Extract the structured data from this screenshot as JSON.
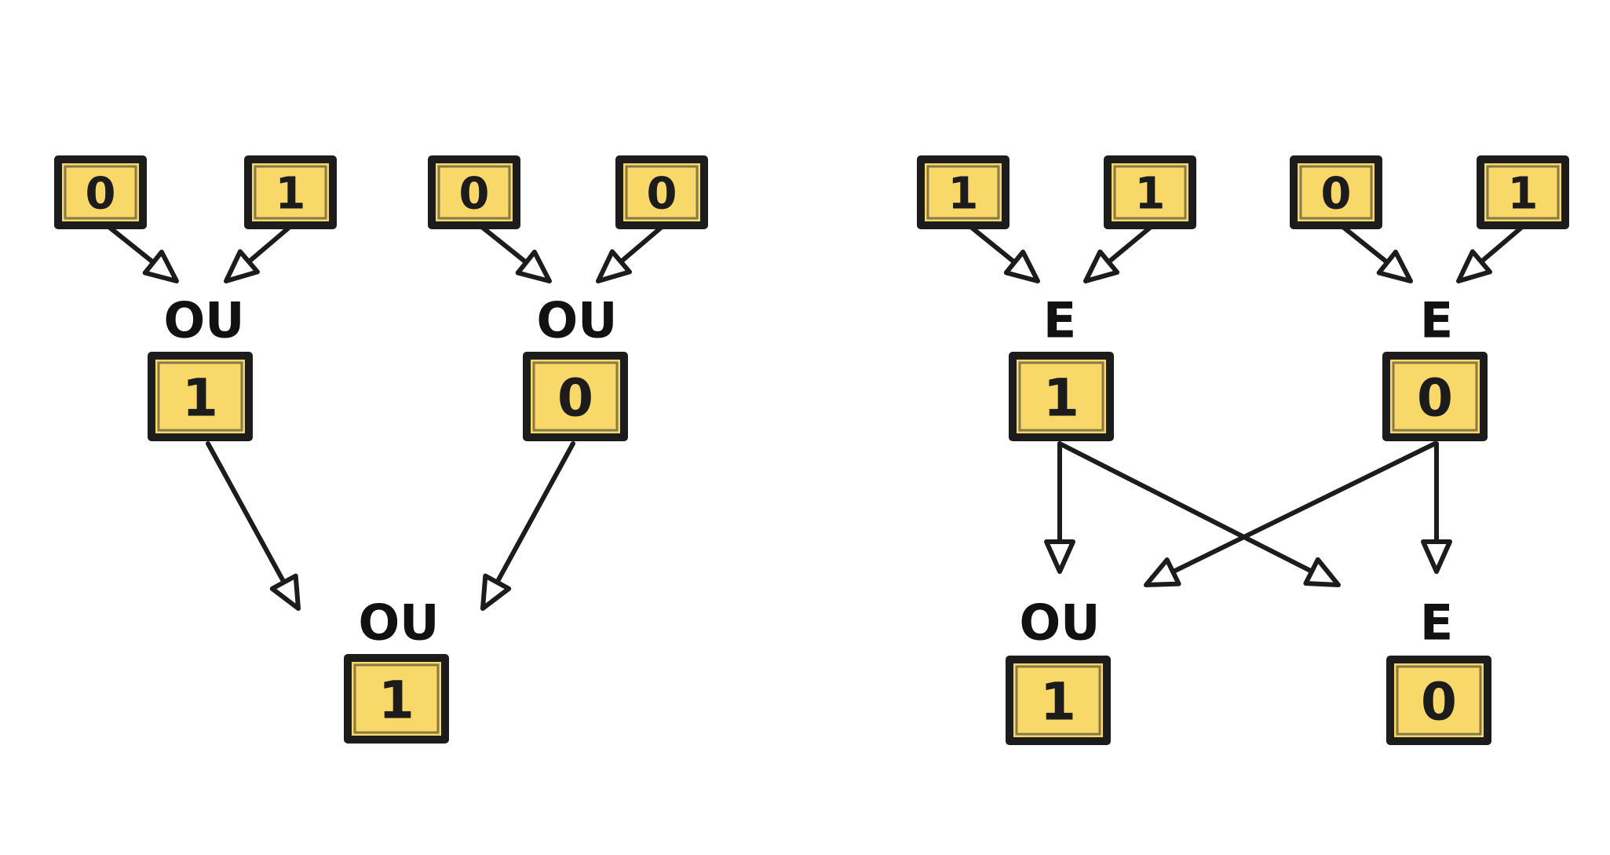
{
  "left_diagram": {
    "inputs": [
      "0",
      "1",
      "0",
      "0"
    ],
    "gate_a": {
      "label": "OU",
      "value": "1"
    },
    "gate_b": {
      "label": "OU",
      "value": "0"
    },
    "gate_out": {
      "label": "OU",
      "value": "1"
    }
  },
  "right_diagram": {
    "inputs": [
      "1",
      "1",
      "0",
      "1"
    ],
    "gate_a": {
      "label": "E",
      "value": "1"
    },
    "gate_b": {
      "label": "E",
      "value": "0"
    },
    "gate_out_or": {
      "label": "OU",
      "value": "1"
    },
    "gate_out_and": {
      "label": "E",
      "value": "0"
    }
  },
  "colors": {
    "box_fill": "#f9d86a",
    "stroke": "#1c1c1c",
    "background": "#ffffff"
  }
}
